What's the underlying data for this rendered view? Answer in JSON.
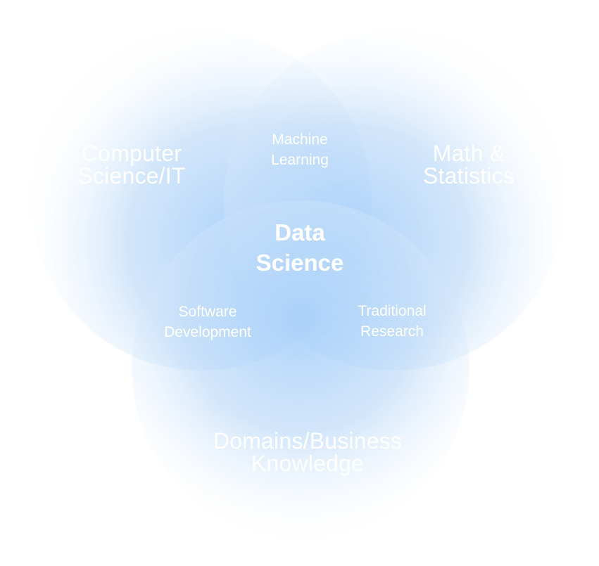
{
  "diagram": {
    "colors": {
      "circle_fill": "#b9d9fb",
      "circle_edge": "#a6cdf8",
      "label_text": "#ffffff"
    },
    "sets": [
      {
        "id": "cs",
        "lines": [
          "Computer",
          "Science/IT"
        ]
      },
      {
        "id": "math",
        "lines": [
          "Math &",
          "Statistics"
        ]
      },
      {
        "id": "domain",
        "lines": [
          "Domains/Business",
          "Knowledge"
        ]
      }
    ],
    "overlaps": [
      {
        "id": "ml",
        "between": [
          "cs",
          "math"
        ],
        "lines": [
          "Machine",
          "Learning"
        ]
      },
      {
        "id": "sd",
        "between": [
          "cs",
          "domain"
        ],
        "lines": [
          "Software",
          "Development"
        ]
      },
      {
        "id": "tr",
        "between": [
          "math",
          "domain"
        ],
        "lines": [
          "Traditional",
          "Research"
        ]
      }
    ],
    "center": {
      "lines": [
        "Data",
        "Science"
      ]
    }
  }
}
